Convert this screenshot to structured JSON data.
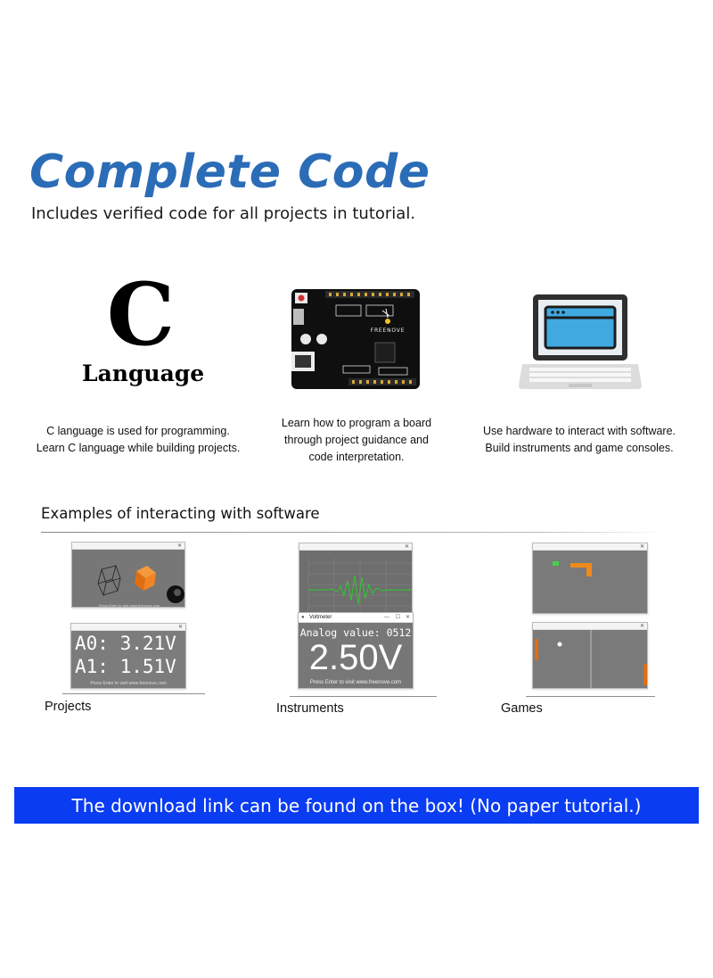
{
  "header": {
    "title": "Complete Code",
    "subtitle": "Includes verified code for all projects in tutorial."
  },
  "features": [
    {
      "icon": "c-language-icon",
      "letter": "C",
      "label": "Language",
      "lines": [
        "C language is used for programming.",
        "Learn C language while building projects."
      ]
    },
    {
      "icon": "circuit-board-icon",
      "board_brand": "FREENOVE",
      "lines": [
        "Learn how to program a board",
        "through project guidance and",
        "code interpretation."
      ]
    },
    {
      "icon": "laptop-icon",
      "lines": [
        "Use hardware to interact with software.",
        "Build instruments and game consoles."
      ]
    }
  ],
  "examples": {
    "title": "Examples of interacting with software",
    "projects": {
      "label": "Projects",
      "dual_channel": {
        "line1": "A0: 3.21V",
        "line2": "A1: 1.51V",
        "footer": "Press Enter to visit www.freenove.com"
      },
      "box3d_footer": "Press Enter to visit www.freenove.com"
    },
    "instruments": {
      "label": "Instruments",
      "voltmeter": {
        "window_title": "Voltmeter",
        "analog_label": "Analog value: 0512",
        "value": "2.50V",
        "footer": "Press Enter to visit www.freenove.com"
      },
      "oscilloscope_title": "Oscilloscope"
    },
    "games": {
      "label": "Games"
    }
  },
  "banner": {
    "text": "The download link can be found on the box! (No paper tutorial.)",
    "color": "#0a3cf2"
  },
  "colors": {
    "title": "#2b6cb7",
    "laptop_screen": "#3fa9e0",
    "game_orange": "#f08a1c"
  }
}
